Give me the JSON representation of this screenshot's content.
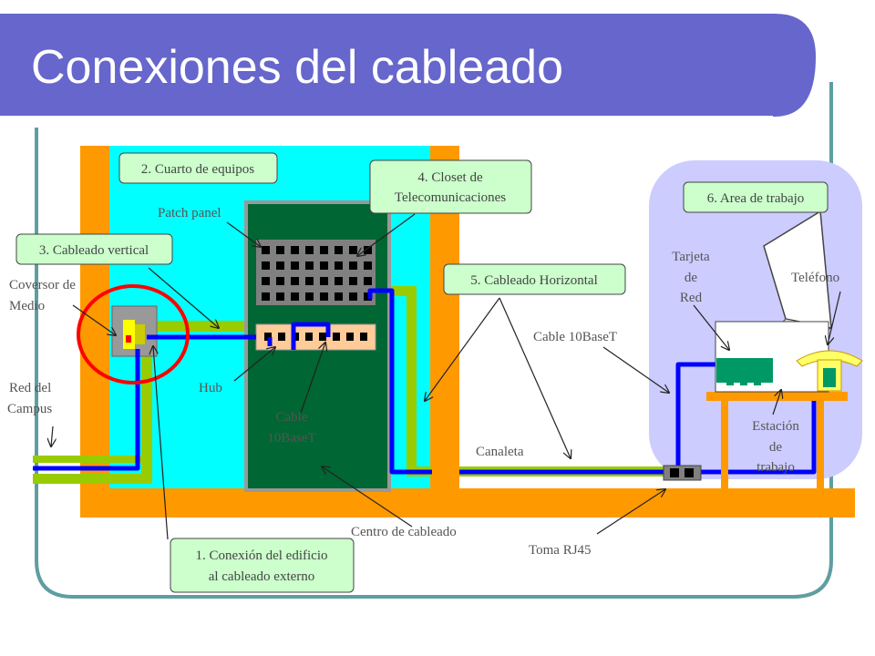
{
  "slide": {
    "title": "Conexiones del cableado",
    "colors": {
      "title_bar": "#6666cc",
      "frame": "#5f9ea0",
      "building_wall": "#ff9900",
      "room_fill": "#00ffff",
      "rack": "#006633",
      "work_area": "#ccccff",
      "cable": "#0000ff",
      "duct": "#99cc00",
      "callout_box": "#ccffcc",
      "highlight_ring": "#ff0000"
    }
  },
  "callouts": {
    "c1_line1": "1. Conexión del edificio",
    "c1_line2": "al cableado externo",
    "c2": "2. Cuarto de equipos",
    "c3": "3. Cableado vertical",
    "c4_line1": "4. Closet de",
    "c4_line2": "Telecomunicaciones",
    "c5": "5. Cableado Horizontal",
    "c6": "6. Area de trabajo"
  },
  "labels": {
    "patch_panel": "Patch panel",
    "conversor_line1": "Coversor de",
    "conversor_line2": "Medio",
    "red_line1": "Red del",
    "red_line2": "Campus",
    "hub": "Hub",
    "cable_hub_line1": "Cable",
    "cable_hub_line2": "10BaseT",
    "cable_10baset": "Cable 10BaseT",
    "canaleta": "Canaleta",
    "centro": "Centro de cableado",
    "toma": "Toma RJ45",
    "tarjeta_line1": "Tarjeta",
    "tarjeta_line2": "de",
    "tarjeta_line3": "Red",
    "telefono": "Teléfono",
    "estacion_line1": "Estación",
    "estacion_line2": "de",
    "estacion_line3": "trabajo"
  }
}
